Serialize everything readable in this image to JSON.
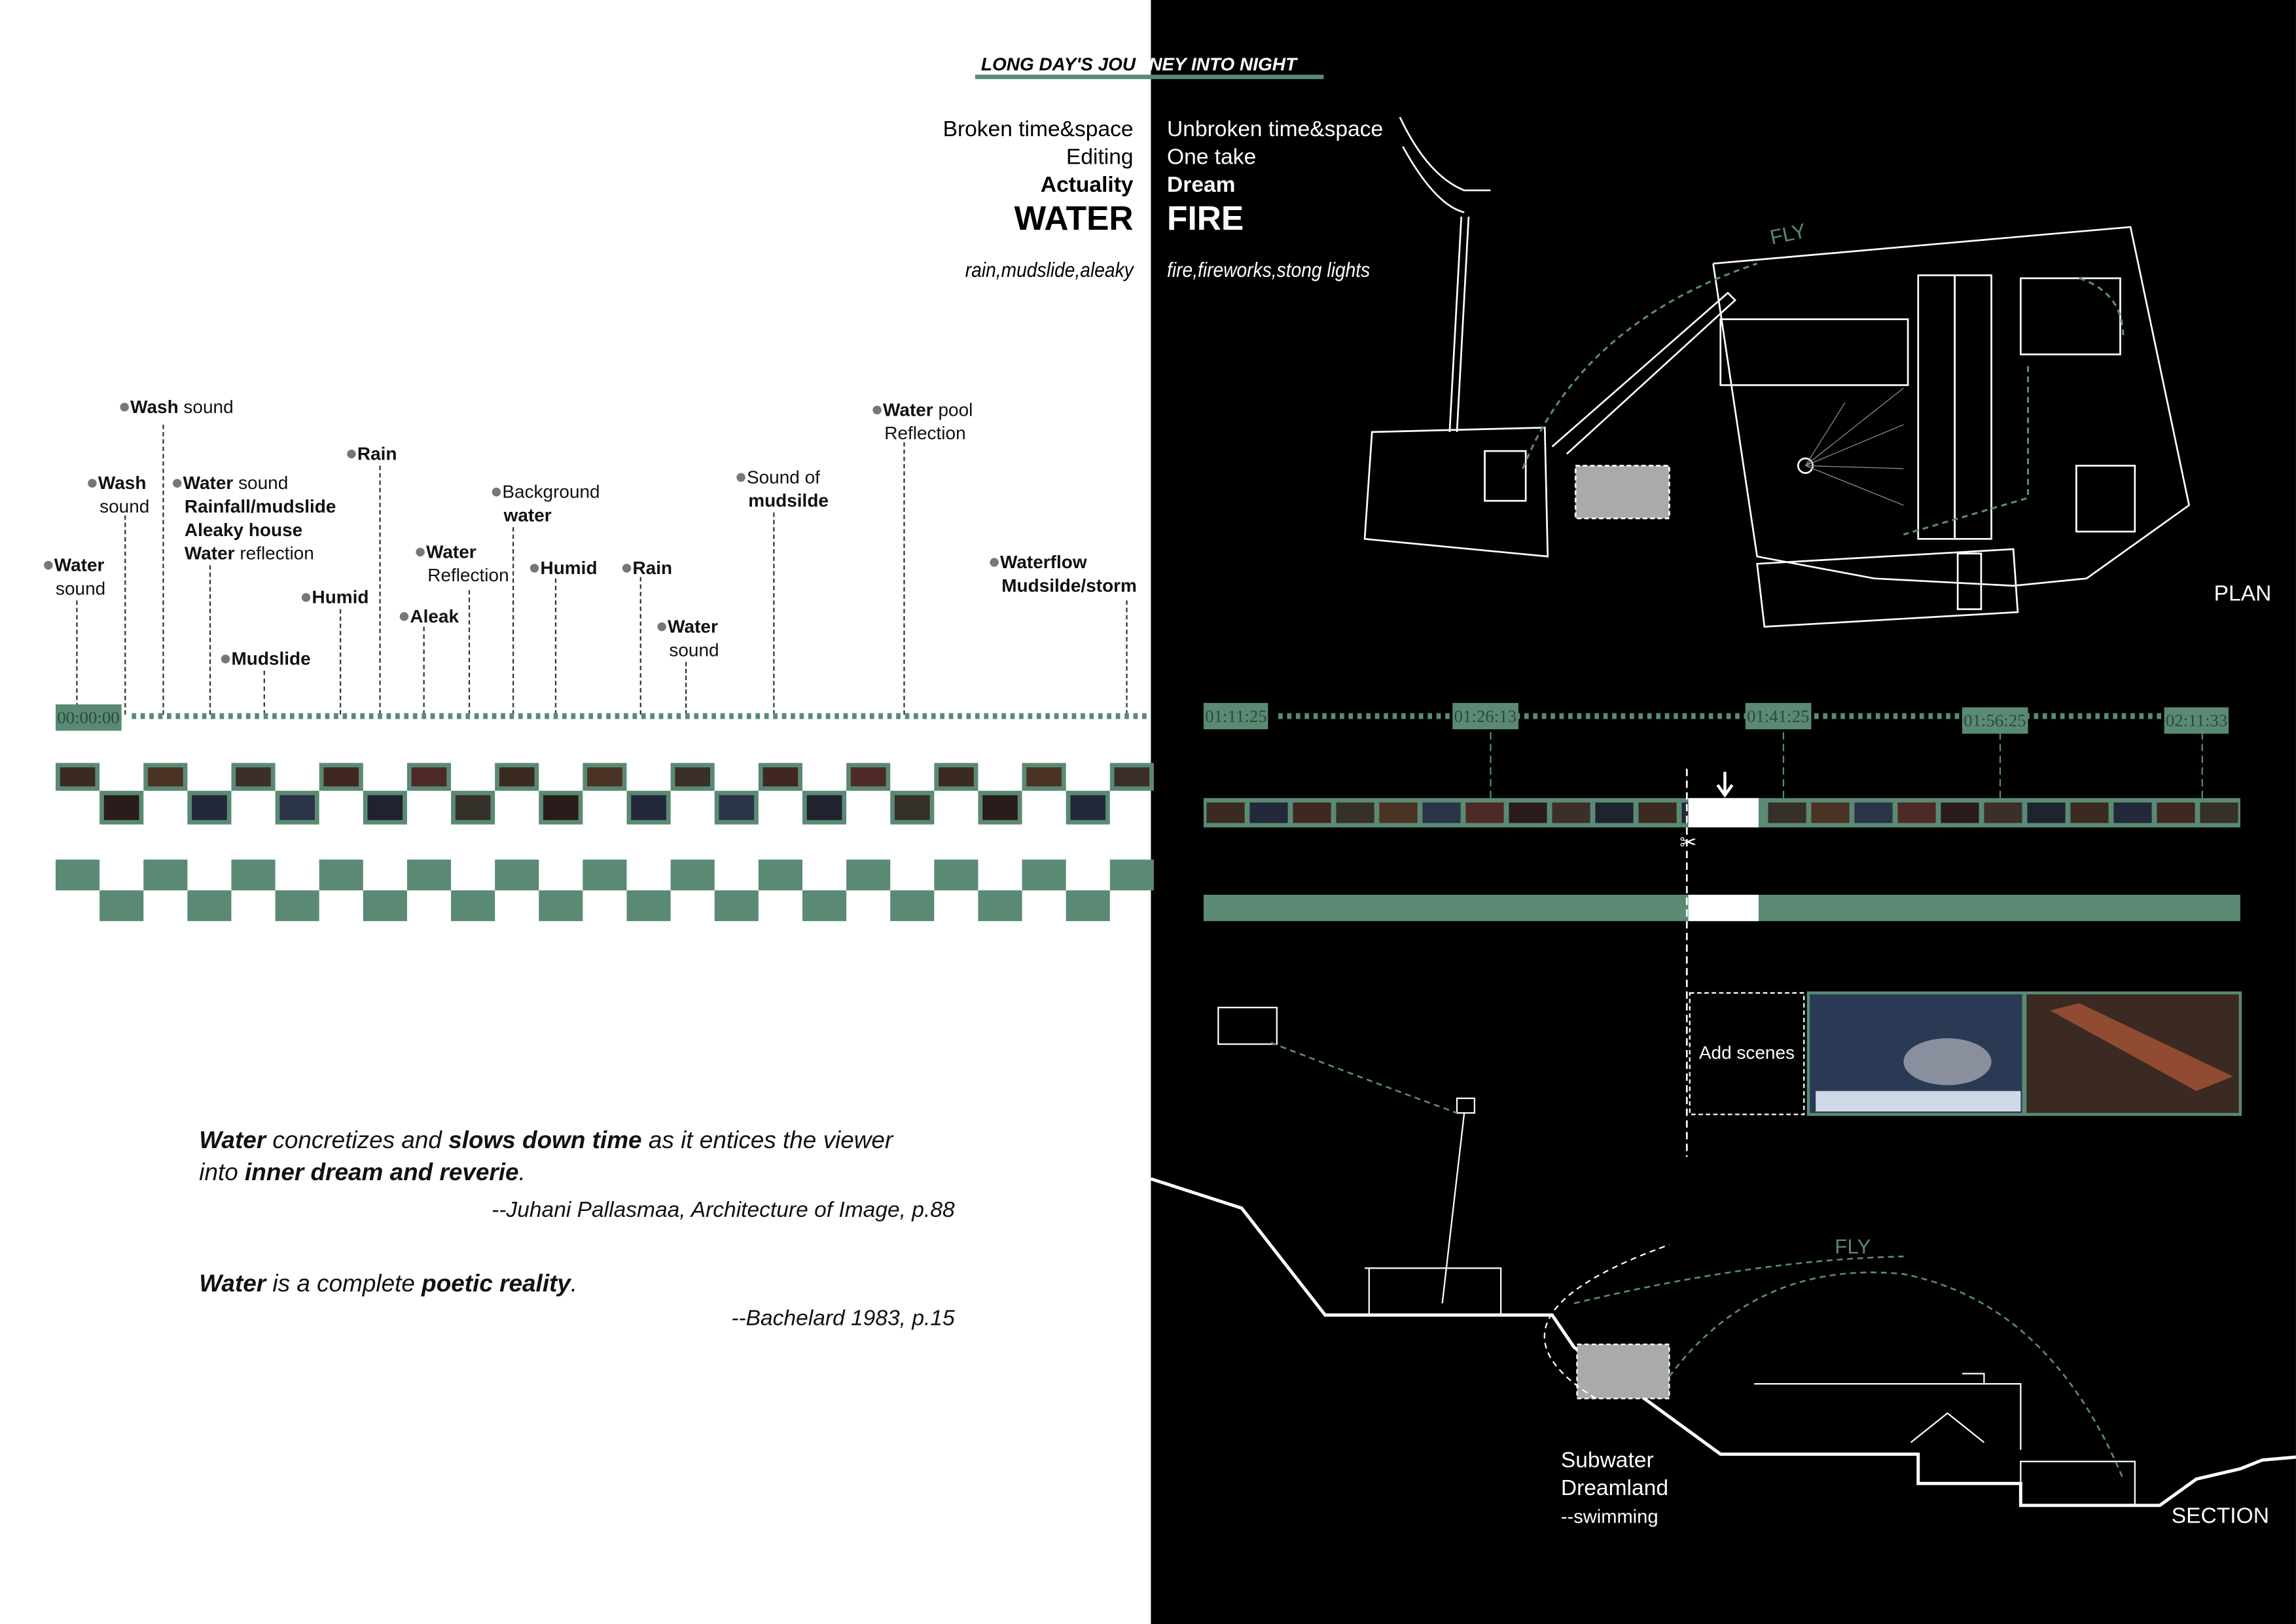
{
  "title": {
    "left": "LONG DAY'S JOU",
    "right": "RNEY INTO NIGHT"
  },
  "water_column": {
    "lines": [
      "Broken time&space",
      "Editing",
      "Actuality"
    ],
    "element": "WATER",
    "examples": "rain,mudslide,aleaky"
  },
  "fire_column": {
    "lines": [
      "Unbroken time&space",
      "One take",
      "Dream"
    ],
    "element": "FIRE",
    "examples": "fire,fireworks,stong lights"
  },
  "annotations": [
    {
      "lines": [
        [
          {
            "t": "Water",
            "b": true
          }
        ],
        [
          {
            "t": "sound",
            "b": false
          }
        ]
      ]
    },
    {
      "lines": [
        [
          {
            "t": "Wash",
            "b": true
          }
        ],
        [
          {
            "t": "sound",
            "b": false
          }
        ]
      ]
    },
    {
      "lines": [
        [
          {
            "t": "Wash",
            "b": true
          },
          {
            "t": " sound",
            "b": false
          }
        ]
      ]
    },
    {
      "lines": [
        [
          {
            "t": "Water",
            "b": true
          },
          {
            "t": " sound",
            "b": false
          }
        ],
        [
          {
            "t": "Rainfall/mudslide",
            "b": true
          }
        ],
        [
          {
            "t": "Aleaky house",
            "b": true
          }
        ],
        [
          {
            "t": "Water",
            "b": true
          },
          {
            "t": " reflection",
            "b": false
          }
        ]
      ]
    },
    {
      "lines": [
        [
          {
            "t": "Mudslide",
            "b": true
          }
        ]
      ]
    },
    {
      "lines": [
        [
          {
            "t": "Humid",
            "b": true
          }
        ]
      ]
    },
    {
      "lines": [
        [
          {
            "t": "Rain",
            "b": true
          }
        ]
      ]
    },
    {
      "lines": [
        [
          {
            "t": "Water",
            "b": true
          }
        ],
        [
          {
            "t": "Reflection",
            "b": false
          }
        ]
      ]
    },
    {
      "lines": [
        [
          {
            "t": "Aleak",
            "b": true
          }
        ]
      ]
    },
    {
      "lines": [
        [
          {
            "t": "Background",
            "b": false
          }
        ],
        [
          {
            "t": "water",
            "b": true
          }
        ]
      ]
    },
    {
      "lines": [
        [
          {
            "t": "Humid",
            "b": true
          }
        ]
      ]
    },
    {
      "lines": [
        [
          {
            "t": "Rain",
            "b": true
          }
        ]
      ]
    },
    {
      "lines": [
        [
          {
            "t": "Water",
            "b": true
          }
        ],
        [
          {
            "t": "sound",
            "b": false
          }
        ]
      ]
    },
    {
      "lines": [
        [
          {
            "t": "Sound of",
            "b": false
          }
        ],
        [
          {
            "t": "mudsilde",
            "b": true
          }
        ]
      ]
    },
    {
      "lines": [
        [
          {
            "t": "Water",
            "b": true
          },
          {
            "t": " pool",
            "b": false
          }
        ],
        [
          {
            "t": "Reflection",
            "b": false
          }
        ]
      ]
    },
    {
      "lines": [
        [
          {
            "t": "Waterflow",
            "b": true
          }
        ],
        [
          {
            "t": "Mudsilde/storm",
            "b": true
          }
        ]
      ]
    }
  ],
  "left_timeline": {
    "start": "00:00:00"
  },
  "right_timeline": {
    "timestamps": [
      "01:11:25",
      "01:26:13",
      "01:41:25",
      "01:56:25",
      "02:11:33"
    ]
  },
  "add_scenes": "Add scenes",
  "quotes": [
    {
      "parts": [
        {
          "t": "Water",
          "b": true
        },
        {
          "t": " concretizes and ",
          "b": false
        },
        {
          "t": "slows down time",
          "b": true
        },
        {
          "t": " as it entices the viewer",
          "b": false
        }
      ],
      "parts2": [
        {
          "t": "into ",
          "b": false
        },
        {
          "t": "inner dream and reverie",
          "b": true
        },
        {
          "t": ".",
          "b": false
        }
      ],
      "cite": "--Juhani Pallasmaa, Architecture of Image,  p.88"
    },
    {
      "parts": [
        {
          "t": "Water",
          "b": true
        },
        {
          "t": " is a complete ",
          "b": false
        },
        {
          "t": "poetic reality",
          "b": true
        },
        {
          "t": ".",
          "b": false
        }
      ],
      "parts2": [],
      "cite": "--Bachelard 1983, p.15"
    }
  ],
  "plan": {
    "label": "PLAN",
    "fly": "FLY"
  },
  "section": {
    "label": "SECTION",
    "fly": "FLY",
    "subwater": [
      "Subwater",
      "Dreamland",
      "--swimming"
    ]
  },
  "colors": {
    "accent": "#5a8a74",
    "dark": "#000000"
  }
}
